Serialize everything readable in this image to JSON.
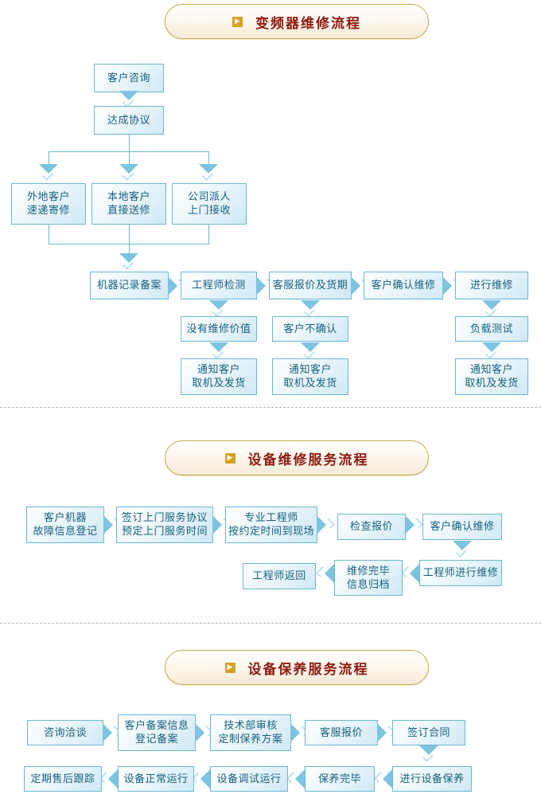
{
  "page": {
    "title_bar_icon": "chevron-right-icon",
    "divider_style": "dashed"
  },
  "colors": {
    "box_border": "#6cb7d4",
    "box_text": "#18607f",
    "arrow_fill": "#7ec3e0",
    "arrow_chevron": "#bfe2f1",
    "pill_border": "#c9a84c",
    "pill_title": "#8e1b12",
    "pill_icon_bg": "#d5a12a",
    "divider": "#b5b5b5"
  },
  "sections": [
    {
      "id": "inverter-repair",
      "header": {
        "icon": "chevron-right-icon",
        "title": "变频器维修流程"
      },
      "nodes": {
        "n1": "客户咨询",
        "n2": "达成协议",
        "n3a_l1": "外地客户",
        "n3a_l2": "速递寄修",
        "n3b_l1": "本地客户",
        "n3b_l2": "直接送修",
        "n3c_l1": "公司派人",
        "n3c_l2": "上门接收",
        "n4": "机器记录备案",
        "n5": "工程师检测",
        "n6": "客服报价及货期",
        "n7": "客户确认维修",
        "n8": "进行维修",
        "n9": "没有维修价值",
        "n10": "客户不确认",
        "n11": "负载测试",
        "n12_l1": "通知客户",
        "n12_l2": "取机及发货",
        "n13_l1": "通知客户",
        "n13_l2": "取机及发货",
        "n14_l1": "通知客户",
        "n14_l2": "取机及发货"
      }
    },
    {
      "id": "equipment-repair-service",
      "header": {
        "icon": "chevron-right-icon",
        "title": "设备维修服务流程"
      },
      "nodes": {
        "m1_l1": "客户机器",
        "m1_l2": "故障信息登记",
        "m2_l1": "签订上门服务协议",
        "m2_l2": "预定上门服务时间",
        "m3_l1": "专业工程师",
        "m3_l2": "按约定时间到现场",
        "m4": "检查报价",
        "m5": "客户确认维修",
        "m6": "工程师进行维修",
        "m7_l1": "维修完毕",
        "m7_l2": "信息归档",
        "m8": "工程师返回"
      }
    },
    {
      "id": "equipment-maintenance-service",
      "header": {
        "icon": "chevron-right-icon",
        "title": "设备保养服务流程"
      },
      "nodes": {
        "k1": "咨询洽谈",
        "k2_l1": "客户备案信息",
        "k2_l2": "登记备案",
        "k3_l1": "技术部审核",
        "k3_l2": "定制保养方案",
        "k4": "客服报价",
        "k5": "签订合同",
        "k6": "进行设备保养",
        "k7": "保养完毕",
        "k8": "设备调试运行",
        "k9": "设备正常运行",
        "k10": "定期售后跟踪"
      }
    }
  ]
}
